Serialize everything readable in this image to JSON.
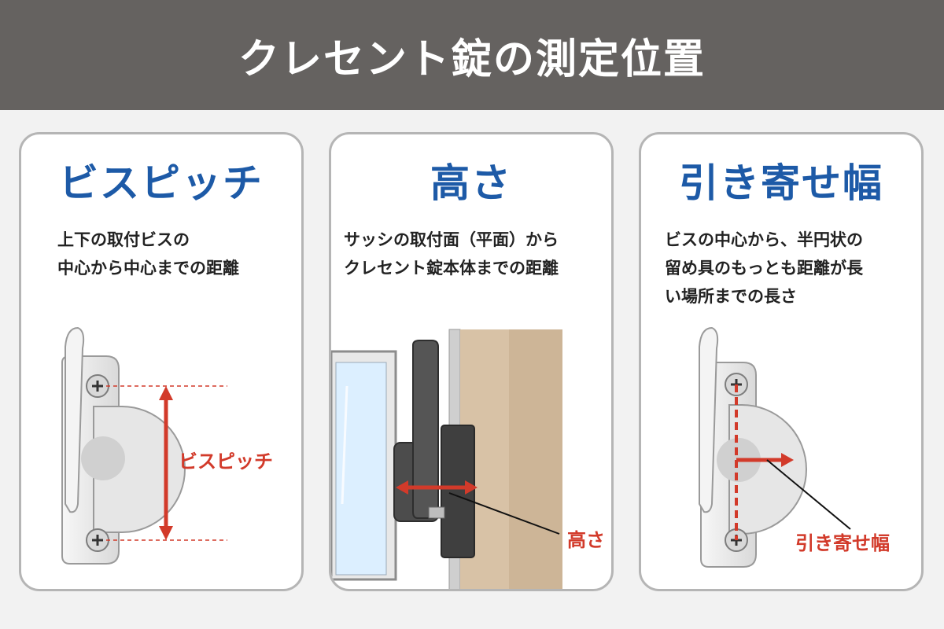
{
  "header": {
    "title": "クレセント錠の測定位置"
  },
  "cards": [
    {
      "title": "ビスピッチ",
      "desc_lines": [
        "上下の取付ビスの",
        "中心から中心までの距離"
      ],
      "callout": "ビスピッチ"
    },
    {
      "title": "高さ",
      "desc_lines": [
        "サッシの取付面（平面）から",
        "クレセント錠本体までの距離"
      ],
      "callout": "高さ"
    },
    {
      "title": "引き寄せ幅",
      "desc_lines": [
        "ビスの中心から、半円状の",
        "留め具のもっとも距離が長",
        "い場所までの長さ"
      ],
      "callout": "引き寄せ幅"
    }
  ],
  "colors": {
    "header_bg": "#656260",
    "title_blue": "#1d5aa7",
    "measure_red": "#d23a2a",
    "card_border": "#b5b5b5"
  }
}
